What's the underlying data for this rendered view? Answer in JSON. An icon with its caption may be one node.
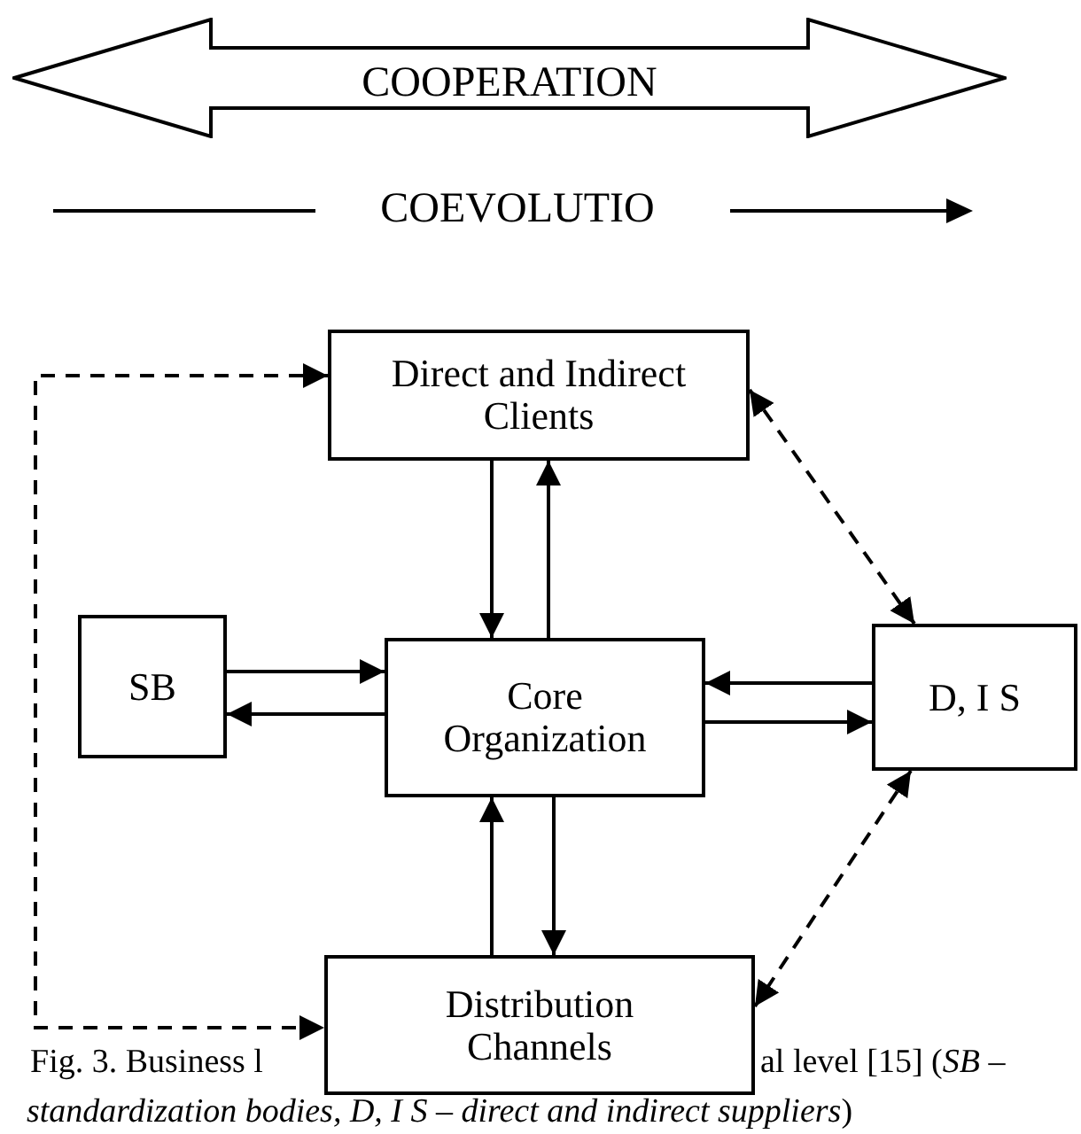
{
  "diagram": {
    "nodes": [
      {
        "text": [
          "COOPERATION"
        ]
      },
      {
        "text": [
          "Direct and Indirect Clients"
        ]
      },
      {
        "text": [
          "SB"
        ]
      },
      {
        "text": [
          "Core Organization"
        ]
      },
      {
        "text": [
          "D, I S"
        ]
      },
      {
        "text": [
          "Distribution Channels"
        ]
      }
    ],
    "edges": [
      {
        "from": 1,
        "to": 3,
        "arrow": "to"
      },
      {
        "from": 3,
        "to": 1,
        "arrow": "to"
      },
      {
        "from": 2,
        "to": 3,
        "arrow": "to"
      },
      {
        "from": 3,
        "to": 2,
        "arrow": "to"
      },
      {
        "from": 4,
        "to": 3,
        "arrow": "to"
      },
      {
        "from": 3,
        "to": 4,
        "arrow": "to"
      },
      {
        "from": 5,
        "to": 3,
        "arrow": "to"
      },
      {
        "from": 3,
        "to": 5,
        "arrow": "to"
      },
      {
        "from": 1,
        "to": 4,
        "arrow": "both",
        "style": "dashed"
      },
      {
        "from": 4,
        "to": 5,
        "arrow": "both",
        "style": "dashed"
      },
      {
        "from": 1,
        "to": 5,
        "arrow": "both",
        "style": "dashed"
      }
    ],
    "labels": [
      "COEVOLUTIO",
      "Fig. 3. Business l",
      "al level [15] (*SB –* *standardization bodies, D, I S – direct and indirect suppliers*)"
    ]
  }
}
